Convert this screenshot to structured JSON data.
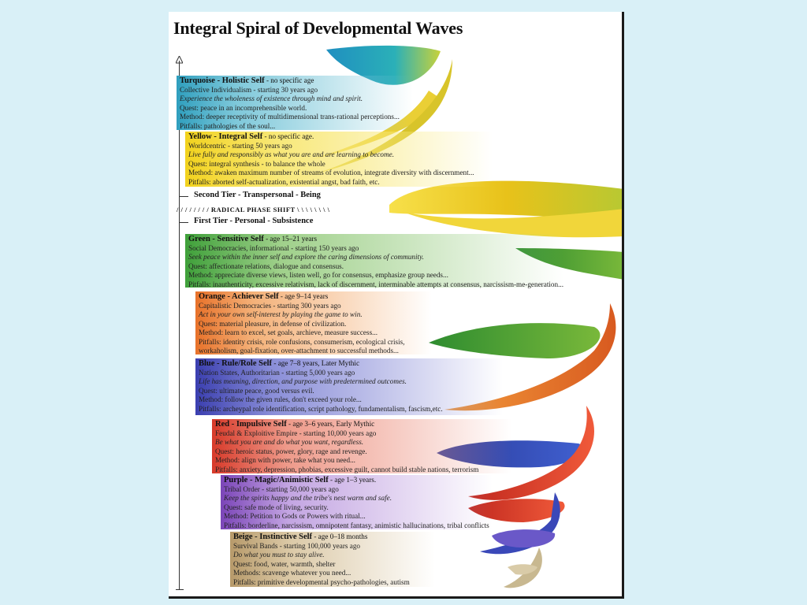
{
  "title": "Integral Spiral of Developmental Waves",
  "second_tier_label": "Second Tier - Transpersonal - Being",
  "phase_shift_label": "/ / / / / / / / RADICAL PHASE SHIFT \\ \\ \\ \\ \\ \\ \\ \\",
  "first_tier_label": "First Tier - Personal - Subsistence",
  "colors": {
    "turquoise": "#2f9fbe",
    "yellow": "#f2d21d",
    "green": "#3fa03a",
    "orange": "#e8722a",
    "blue": "#3b3fb0",
    "red": "#d83a2a",
    "purple": "#7b45b8",
    "beige": "#b79a6a"
  },
  "levels": [
    {
      "key": "turquoise",
      "name": "Turquoise - Holistic Self",
      "age": " - no specific age",
      "lines": [
        "Collective Individualism - starting 30 years ago"
      ],
      "motto": "Experience the wholeness of existence through mind and spirit.",
      "rest": [
        "Quest: peace in an incomprehensible world.",
        "Method: deeper receptivity of multidimensional trans-rational perceptions...",
        "Pitfalls: pathologies of the soul..."
      ]
    },
    {
      "key": "yellow",
      "name": "Yellow - Integral Self",
      "age": " - no specific age.",
      "lines": [
        "Worldcentric - starting 50 years ago"
      ],
      "motto": "Live fully and responsibly as what you are and are learning to become.",
      "rest": [
        "Quest: integral synthesis - to balance the whole",
        "Method: awaken maximum number of streams of evolution, integrate diversity with discernment...",
        "Pitfalls: aborted self-actualization, existential angst, bad faith, etc."
      ]
    },
    {
      "key": "green",
      "name": "Green - Sensitive Self",
      "age": " - age 15–21 years",
      "lines": [
        "Social Democracies, informational - starting 150 years ago"
      ],
      "motto": "Seek peace within the inner self and explore the caring dimensions of community.",
      "rest": [
        "Quest: affectionate relations, dialogue and consensus.",
        "Method: appreciate diverse views, listen well, go for consensus, emphasize group needs...",
        "Pitfalls: inauthenticity, excessive relativism, lack of discernment, interminable attempts at consensus, narcissism-me-generation..."
      ]
    },
    {
      "key": "orange",
      "name": "Orange - Achiever Self",
      "age": " - age 9–14 years",
      "lines": [
        "Capitalistic Democracies - starting 300 years ago"
      ],
      "motto": "Act in your own self-interest by playing the game to win.",
      "rest": [
        "Quest: material pleasure, in defense of civilization.",
        "Method: learn to excel, set goals, archieve, measure success...",
        "Pitfalls: identity crisis, role confusions, consumerism, ecological crisis,",
        "workaholism, goal-fixation, over-attachment to successful methods..."
      ]
    },
    {
      "key": "blue",
      "name": "Blue - Rule/Role Self",
      "age": " - age 7–8 years, Later Mythic",
      "lines": [
        "Nation States, Authoritarian - starting 5,000 years ago"
      ],
      "motto": "Life has meaning, direction, and purpose with predetermined outcomes.",
      "rest": [
        "Quest: ultimate peace, good versus evil.",
        "Method: follow the given rules, don't exceed your role...",
        "Pitfalls: archeypal role identification, script pathology, fundamentalism, fascism,etc."
      ]
    },
    {
      "key": "red",
      "name": "Red - Impulsive Self",
      "age": " - age 3–6 years, Early Mythic",
      "lines": [
        "Feudal & Exploitive Empire - starting 10,000 years ago"
      ],
      "motto": "Be what you are and do what you want, regardless.",
      "rest": [
        "Quest: heroic status, power, glory, rage and revenge.",
        "Method: align with power, take what you need...",
        "Pitfalls: anxiety, depression, phobias, excessive guilt, cannot build stable nations, terrorism"
      ]
    },
    {
      "key": "purple",
      "name": "Purple - Magic/Animistic Self",
      "age": " - age 1–3 years.",
      "lines": [
        "Tribal Order - starting 50,000 years ago"
      ],
      "motto": "Keep the spirits happy and the tribe's nest warm and safe.",
      "rest": [
        "Quest: safe mode of living, security.",
        "Method: Petition to Gods or Powers with ritual...",
        "Pitfalls: borderline, narcissism, omnipotent fantasy, animistic hallucinations, tribal conflicts"
      ]
    },
    {
      "key": "beige",
      "name": "Beige - Instinctive Self",
      "age": " - age 0–18 months",
      "lines": [
        "Survival Bands - starting 100,000 years ago"
      ],
      "motto": "Do what you must to stay alive.",
      "rest": [
        "Quest: food, water, warmth, shelter",
        "Methods: scavenge whatever you need...",
        "Pitfalls: primitive developmental psycho-pathologies, autism"
      ]
    }
  ]
}
